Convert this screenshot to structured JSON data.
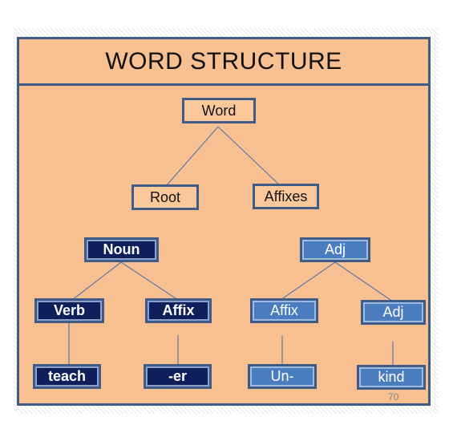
{
  "title": "WORD STRUCTURE",
  "nodes": {
    "word": "Word",
    "root": "Root",
    "affixes": "Affixes",
    "noun": "Noun",
    "adj_top": "Adj",
    "verb": "Verb",
    "affix_left": "Affix",
    "affix_right": "Affix",
    "adj_bottom": "Adj",
    "teach": "teach",
    "er": "-er",
    "un": "Un-",
    "kind": "kind"
  },
  "page_number": "70",
  "colors": {
    "panel_fill": "#f8c090",
    "border": "#3f5b88",
    "dark_node": "#0f1f5c",
    "light_node": "#4a7cc0"
  }
}
